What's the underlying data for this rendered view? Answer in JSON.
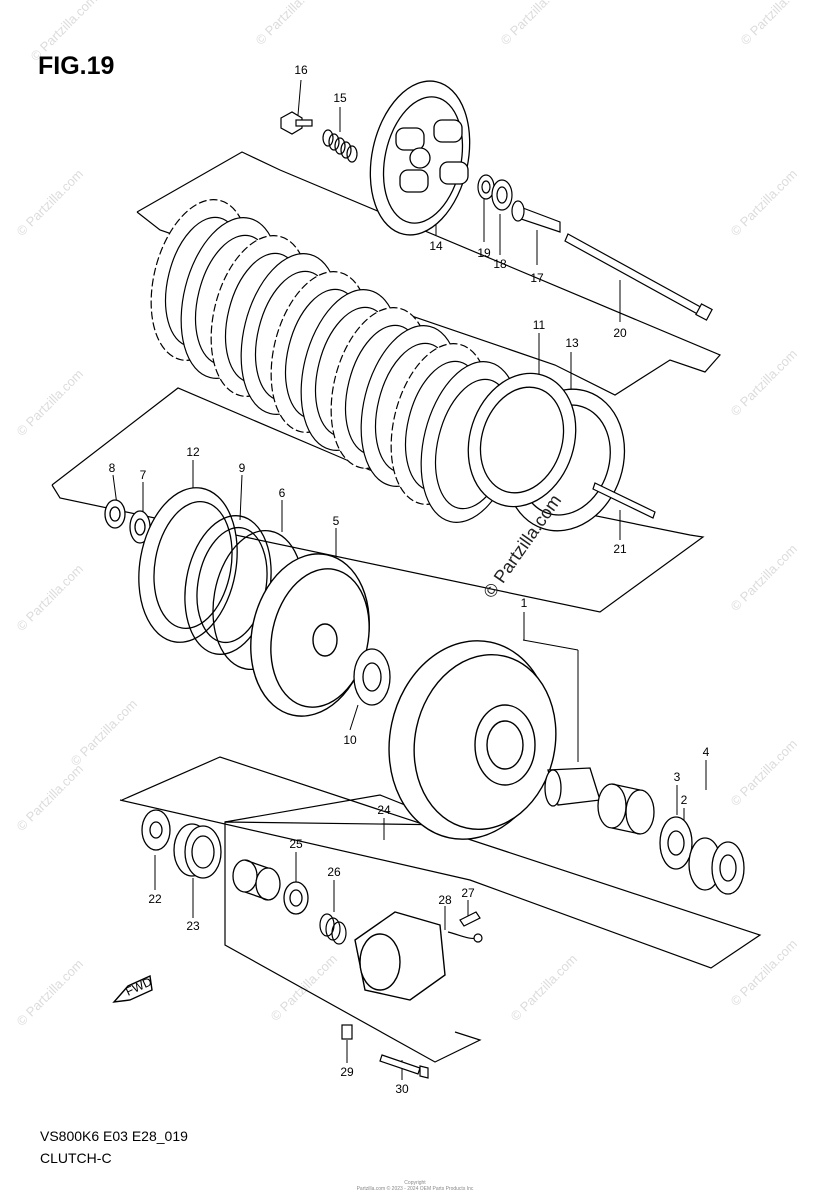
{
  "figure": {
    "title": "FIG.19",
    "code": "VS800K6 E03 E28_019",
    "name": "CLUTCH-C",
    "copyright_line1": "Copyright",
    "copyright_line2": "Partzilla.com © 2023 - 2024 OEM Parts Products Inc",
    "diagonal_watermark": "© Partzilla.com",
    "edge_watermark": "© Partzilla.com",
    "fwd_label": "FWD"
  },
  "callouts": [
    "1",
    "2",
    "3",
    "4",
    "5",
    "6",
    "7",
    "8",
    "9",
    "10",
    "11",
    "12",
    "13",
    "14",
    "15",
    "16",
    "17",
    "18",
    "19",
    "20",
    "21",
    "22",
    "23",
    "24",
    "25",
    "26",
    "27",
    "28",
    "29",
    "30"
  ]
}
